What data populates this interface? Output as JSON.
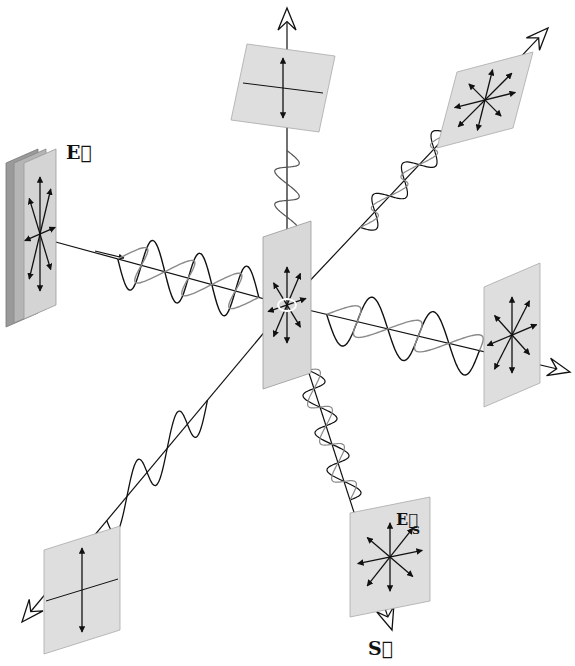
{
  "diagram": {
    "labels": [
      "E⃗",
      "E⃗",
      "S",
      "S⃗"
    ]
  }
}
